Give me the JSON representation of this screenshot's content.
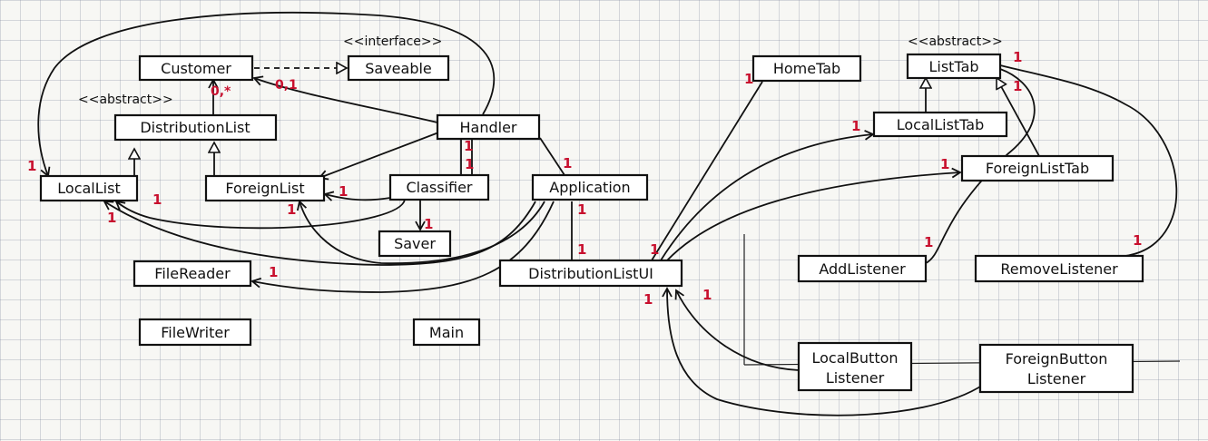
{
  "stereotypes": {
    "interface": "<<interface>>",
    "abstract_distribution": "<<abstract>>",
    "abstract_listtab": "<<abstract>>"
  },
  "classes": {
    "customer": "Customer",
    "saveable": "Saveable",
    "distribution_list": "DistributionList",
    "handler": "Handler",
    "local_list": "LocalList",
    "foreign_list": "ForeignList",
    "classifier": "Classifier",
    "application": "Application",
    "saver": "Saver",
    "file_reader": "FileReader",
    "file_writer": "FileWriter",
    "main": "Main",
    "distribution_list_ui": "DistributionListUI",
    "home_tab": "HomeTab",
    "list_tab": "ListTab",
    "local_list_tab": "LocalListTab",
    "foreign_list_tab": "ForeignListTab",
    "add_listener": "AddListener",
    "remove_listener": "RemoveListener",
    "local_button_listener_l1": "LocalButton",
    "local_button_listener_l2": "Listener",
    "foreign_button_listener_l1": "ForeignButton",
    "foreign_button_listener_l2": "Listener"
  },
  "multiplicities": {
    "customer_many": "0,*",
    "saveable_opt": "0,1",
    "one": "1"
  }
}
